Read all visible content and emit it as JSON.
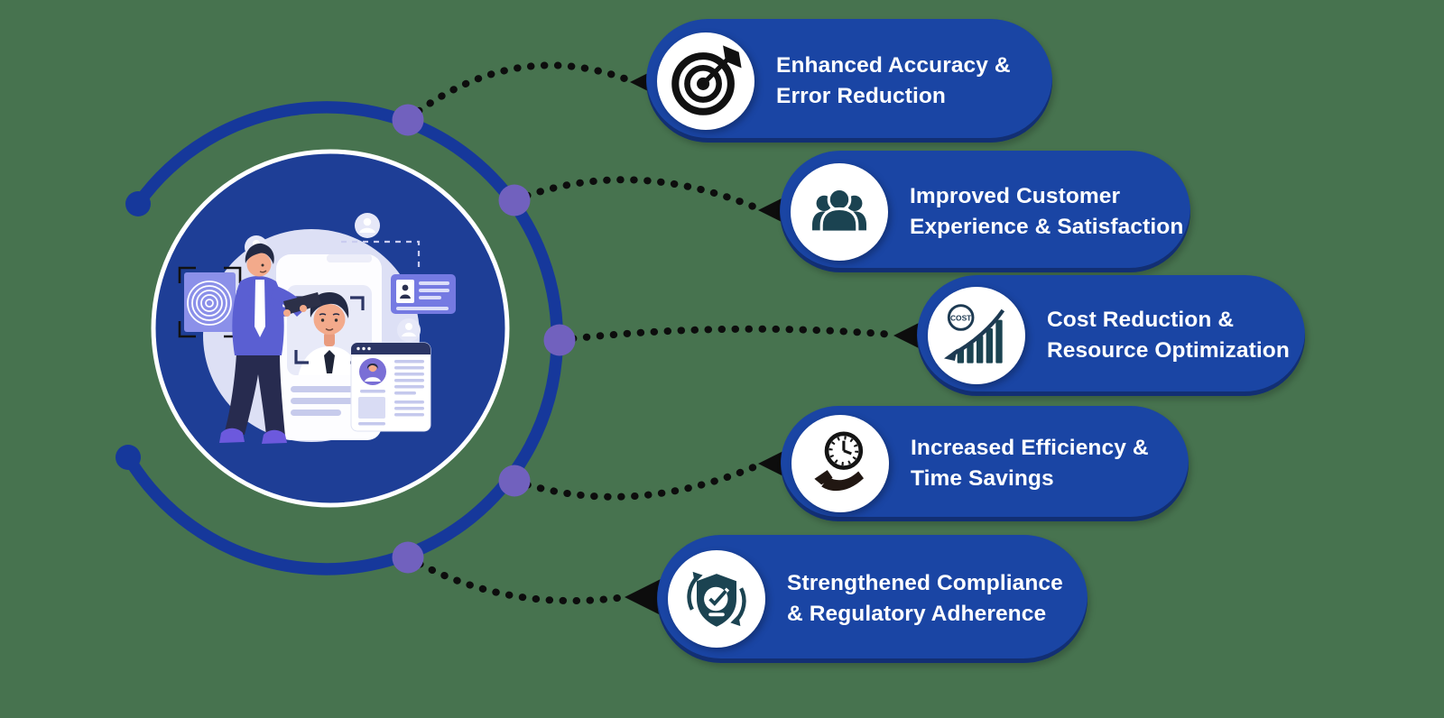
{
  "cards": [
    {
      "line1": "Enhanced Accuracy &",
      "line2": "Error Reduction",
      "icon": "target-arrow-icon"
    },
    {
      "line1": "Improved Customer",
      "line2": "Experience & Satisfaction",
      "icon": "people-group-icon"
    },
    {
      "line1": "Cost Reduction &",
      "line2": "Resource Optimization",
      "icon": "cost-chart-icon"
    },
    {
      "line1": "Increased Efficiency &",
      "line2": "Time Savings",
      "icon": "clock-hand-icon"
    },
    {
      "line1": "Strengthened Compliance",
      "line2": "& Regulatory Adherence",
      "icon": "shield-check-icon"
    }
  ],
  "cost_icon_label": "COST",
  "colors": {
    "background": "#47734F",
    "card-blue": "#1A45A4",
    "ring-blue": "#16389B",
    "circle-blue": "#1E3E96",
    "node-purple": "#7161BE",
    "connector-black": "#0D0D0D",
    "icon-teal": "#1B4351",
    "text-white": "#FFFFFF"
  }
}
